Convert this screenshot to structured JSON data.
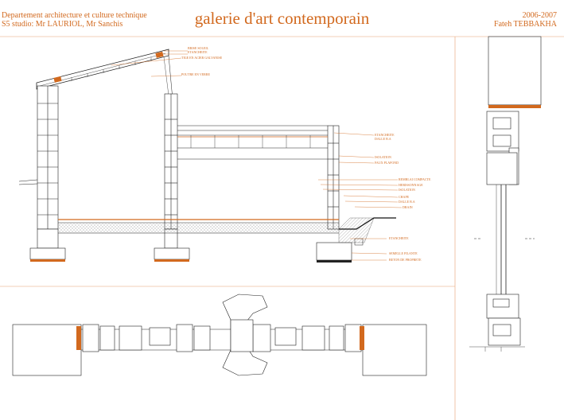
{
  "header": {
    "department": "Departement architecture et culture technique",
    "studio": "S5 studio: Mr LAURIOL, Mr Sanchis",
    "title": "galerie d'art contemporain",
    "year": "2006-2007",
    "author": "Fateh TEBBAKHA"
  },
  "section": {
    "roof_labels": [
      "BRISE SOLEIL",
      "ETANCHEITE",
      "TIGE EN ACIER GALVANISE",
      "POUTRE EN VERRE"
    ],
    "wall_labels": [
      "ETANCHEITE",
      "DALLE B.A",
      "ISOLATION",
      "FAUX PLAFOND",
      "REMBLAI COMPACTE",
      "HERISSONNAGE",
      "ISOLATION",
      "CHAPE",
      "DALLE B.A",
      "DRAIN",
      "ETANCHEITE",
      "SEMELLE FILANTE",
      "BETON DE PROPRETE"
    ]
  },
  "colors": {
    "accent": "#d2691e",
    "line": "#222222",
    "frame": "#e8a070"
  }
}
